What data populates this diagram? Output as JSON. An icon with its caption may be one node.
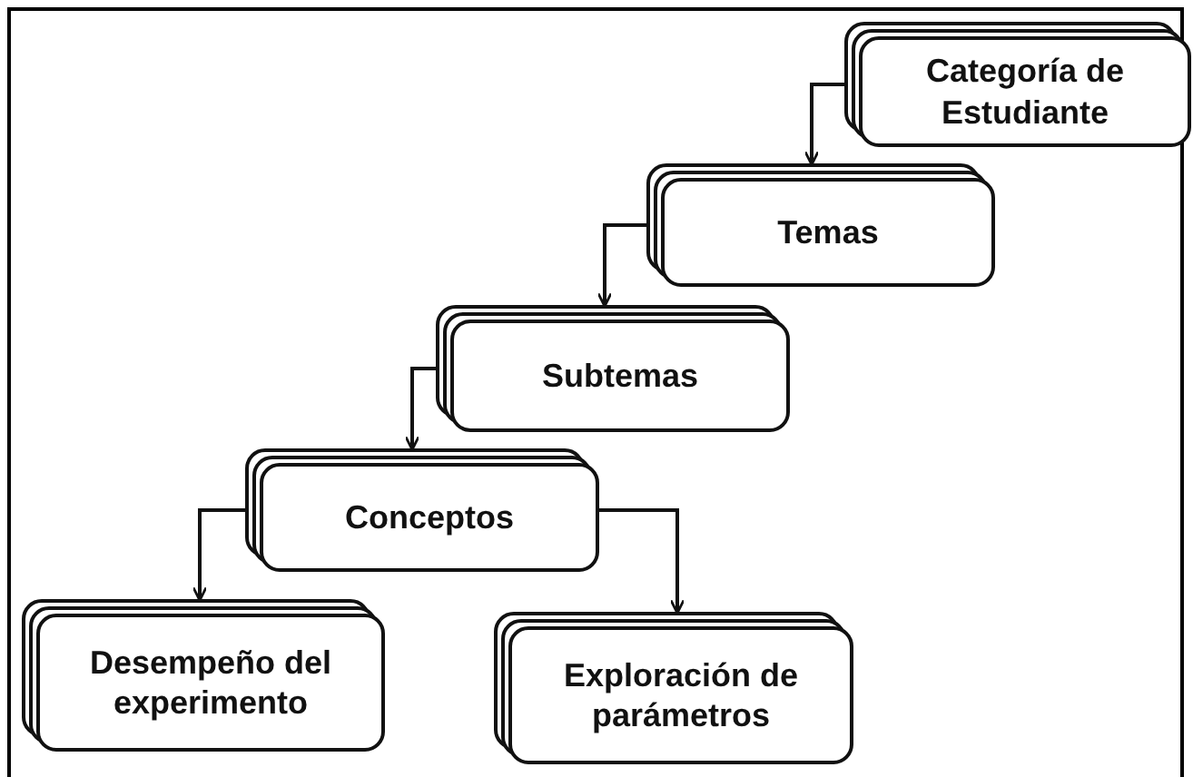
{
  "diagram": {
    "nodes": [
      {
        "text": [
          "Categoría de Estudiante"
        ]
      },
      {
        "text": [
          "Temas"
        ]
      },
      {
        "text": [
          "Subtemas"
        ]
      },
      {
        "text": [
          "Conceptos"
        ]
      },
      {
        "text": [
          "Desempeño del experimento"
        ]
      },
      {
        "text": [
          "Exploración de parámetros"
        ]
      }
    ],
    "edges": [
      {
        "from": 0,
        "to": 1,
        "arrow": "to"
      },
      {
        "from": 1,
        "to": 2,
        "arrow": "to"
      },
      {
        "from": 2,
        "to": 3,
        "arrow": "to"
      },
      {
        "from": 3,
        "to": 4,
        "arrow": "to"
      },
      {
        "from": 3,
        "to": 5,
        "arrow": "to"
      }
    ]
  }
}
